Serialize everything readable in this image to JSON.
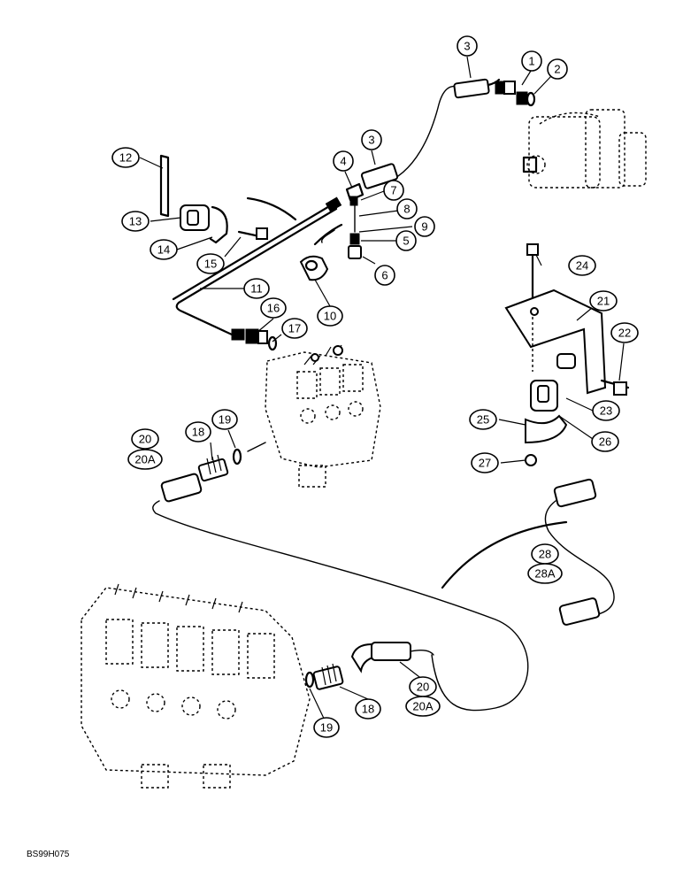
{
  "reference_code": "BS99H075",
  "callouts": [
    {
      "id": "c1",
      "label": "1"
    },
    {
      "id": "c2",
      "label": "2"
    },
    {
      "id": "c3a",
      "label": "3"
    },
    {
      "id": "c3b",
      "label": "3"
    },
    {
      "id": "c4",
      "label": "4"
    },
    {
      "id": "c5",
      "label": "5"
    },
    {
      "id": "c6",
      "label": "6"
    },
    {
      "id": "c7",
      "label": "7"
    },
    {
      "id": "c8",
      "label": "8"
    },
    {
      "id": "c9",
      "label": "9"
    },
    {
      "id": "c10",
      "label": "10"
    },
    {
      "id": "c11",
      "label": "11"
    },
    {
      "id": "c12",
      "label": "12"
    },
    {
      "id": "c13",
      "label": "13"
    },
    {
      "id": "c14",
      "label": "14"
    },
    {
      "id": "c15",
      "label": "15"
    },
    {
      "id": "c16",
      "label": "16"
    },
    {
      "id": "c17",
      "label": "17"
    },
    {
      "id": "c18a",
      "label": "18"
    },
    {
      "id": "c19a",
      "label": "19"
    },
    {
      "id": "c20a",
      "label": "20"
    },
    {
      "id": "c20Aa",
      "label": "20A"
    },
    {
      "id": "c21",
      "label": "21"
    },
    {
      "id": "c22",
      "label": "22"
    },
    {
      "id": "c23",
      "label": "23"
    },
    {
      "id": "c24",
      "label": "24"
    },
    {
      "id": "c25",
      "label": "25"
    },
    {
      "id": "c26",
      "label": "26"
    },
    {
      "id": "c27",
      "label": "27"
    },
    {
      "id": "c28",
      "label": "28"
    },
    {
      "id": "c28A",
      "label": "28A"
    },
    {
      "id": "c18b",
      "label": "18"
    },
    {
      "id": "c19b",
      "label": "19"
    },
    {
      "id": "c20b",
      "label": "20"
    },
    {
      "id": "c20Ab",
      "label": "20A"
    }
  ]
}
